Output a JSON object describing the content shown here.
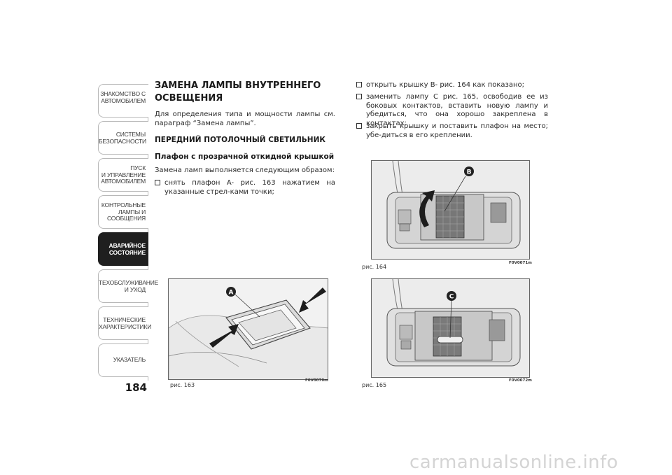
{
  "sidebar": {
    "tabs": [
      {
        "label": "ЗНАКОМСТВО С\nАВТОМОБИЛЕМ",
        "active": false
      },
      {
        "label": "СИСТЕМЫ\nБЕЗОПАСНОСТИ",
        "active": false
      },
      {
        "label": "ПУСК\nИ УПРАВЛЕНИЕ\nАВТОМОБИЛЕМ",
        "active": false
      },
      {
        "label": "КОНТРОЛЬНЫЕ\nЛАМПЫ И\nСООБЩЕНИЯ",
        "active": false
      },
      {
        "label": "АВАРИЙНОЕ\nСОСТОЯНИЕ",
        "active": true
      },
      {
        "label": "ТЕХОБСЛУЖИВАНИЕ\nИ УХОД",
        "active": false
      },
      {
        "label": "ТЕХНИЧЕСКИЕ\nХАРАКТЕРИСТИКИ",
        "active": false
      },
      {
        "label": "УКАЗАТЕЛЬ",
        "active": false
      }
    ]
  },
  "page_number": "184",
  "left_column": {
    "title": "ЗАМЕНА ЛАМПЫ ВНУТРЕННЕГО\nОСВЕЩЕНИЯ",
    "intro": "Для определения типа и мощности лампы см. параграф “Замена лампы”.",
    "section_heading": "ПЕРЕДНИЙ ПОТОЛОЧНЫЙ СВЕТИЛЬНИК",
    "subsection_heading": "Плафон с прозрачной откидной крышкой",
    "procedure_intro": "Замена ламп выполняется следующим образом:",
    "bullet_1": "снять плафон A- рис. 163 нажатием на указанные стрел-ками точки;"
  },
  "right_column": {
    "bullet_2": "открыть крышку B- рис. 164 как показано;",
    "bullet_3": "заменить лампу C рис. 165, освободив ее из боковых контактов, вставить новую лампу и убедиться, что она хорошо закреплена в контактах;",
    "bullet_4": "закрыть крышку и поставить плафон на место; убе-диться в его креплении."
  },
  "figures": {
    "fig163": {
      "caption": "рис. 163",
      "code": "F0V0070m",
      "marker": "A"
    },
    "fig164": {
      "caption": "рис. 164",
      "code": "F0V0071m",
      "marker": "B"
    },
    "fig165": {
      "caption": "рис. 165",
      "code": "F0V0072m",
      "marker": "C"
    }
  },
  "watermark": "carmanualsonline.info"
}
